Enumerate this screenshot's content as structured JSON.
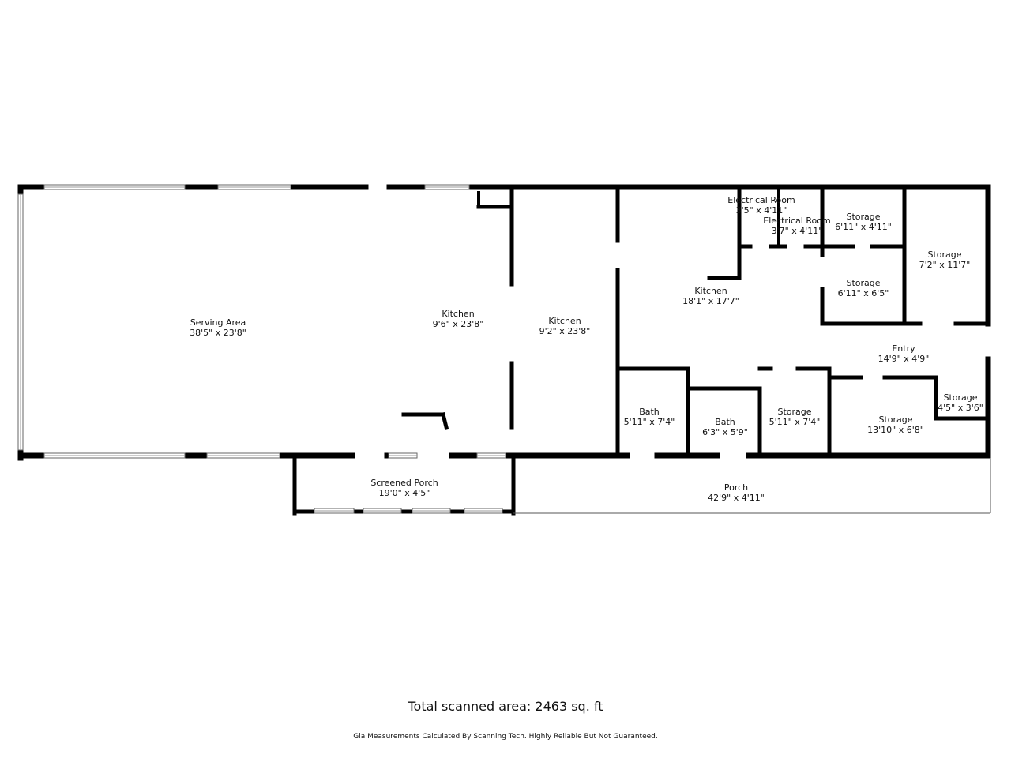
{
  "rooms": [
    {
      "id": "serving-area",
      "name": "Serving Area",
      "dims": "38'5\" x 23'8\""
    },
    {
      "id": "kitchen-1",
      "name": "Kitchen",
      "dims": "9'6\" x 23'8\""
    },
    {
      "id": "kitchen-2",
      "name": "Kitchen",
      "dims": "9'2\" x 23'8\""
    },
    {
      "id": "kitchen-3",
      "name": "Kitchen",
      "dims": "18'1\" x 17'7\""
    },
    {
      "id": "electrical-room-1",
      "name": "Electrical Room",
      "dims": "3'5\" x 4'11\""
    },
    {
      "id": "electrical-room-2",
      "name": "Electrical Room",
      "dims": "3'7\" x 4'11\""
    },
    {
      "id": "storage-1",
      "name": "Storage",
      "dims": "6'11\" x 4'11\""
    },
    {
      "id": "storage-2",
      "name": "Storage",
      "dims": "7'2\" x 11'7\""
    },
    {
      "id": "storage-3",
      "name": "Storage",
      "dims": "6'11\" x 6'5\""
    },
    {
      "id": "entry",
      "name": "Entry",
      "dims": "14'9\" x 4'9\""
    },
    {
      "id": "storage-4",
      "name": "Storage",
      "dims": "4'5\" x 3'6\""
    },
    {
      "id": "bath-1",
      "name": "Bath",
      "dims": "5'11\" x 7'4\""
    },
    {
      "id": "bath-2",
      "name": "Bath",
      "dims": "6'3\" x 5'9\""
    },
    {
      "id": "storage-5",
      "name": "Storage",
      "dims": "5'11\" x 7'4\""
    },
    {
      "id": "storage-6",
      "name": "Storage",
      "dims": "13'10\" x 6'8\""
    },
    {
      "id": "screened-porch",
      "name": "Screened Porch",
      "dims": "19'0\" x 4'5\""
    },
    {
      "id": "porch",
      "name": "Porch",
      "dims": "42'9\" x 4'11\""
    }
  ],
  "footer": {
    "total_area": "Total scanned area: 2463 sq. ft",
    "disclaimer": "Gla Measurements Calculated By Scanning Tech. Highly Reliable But Not Guaranteed."
  }
}
